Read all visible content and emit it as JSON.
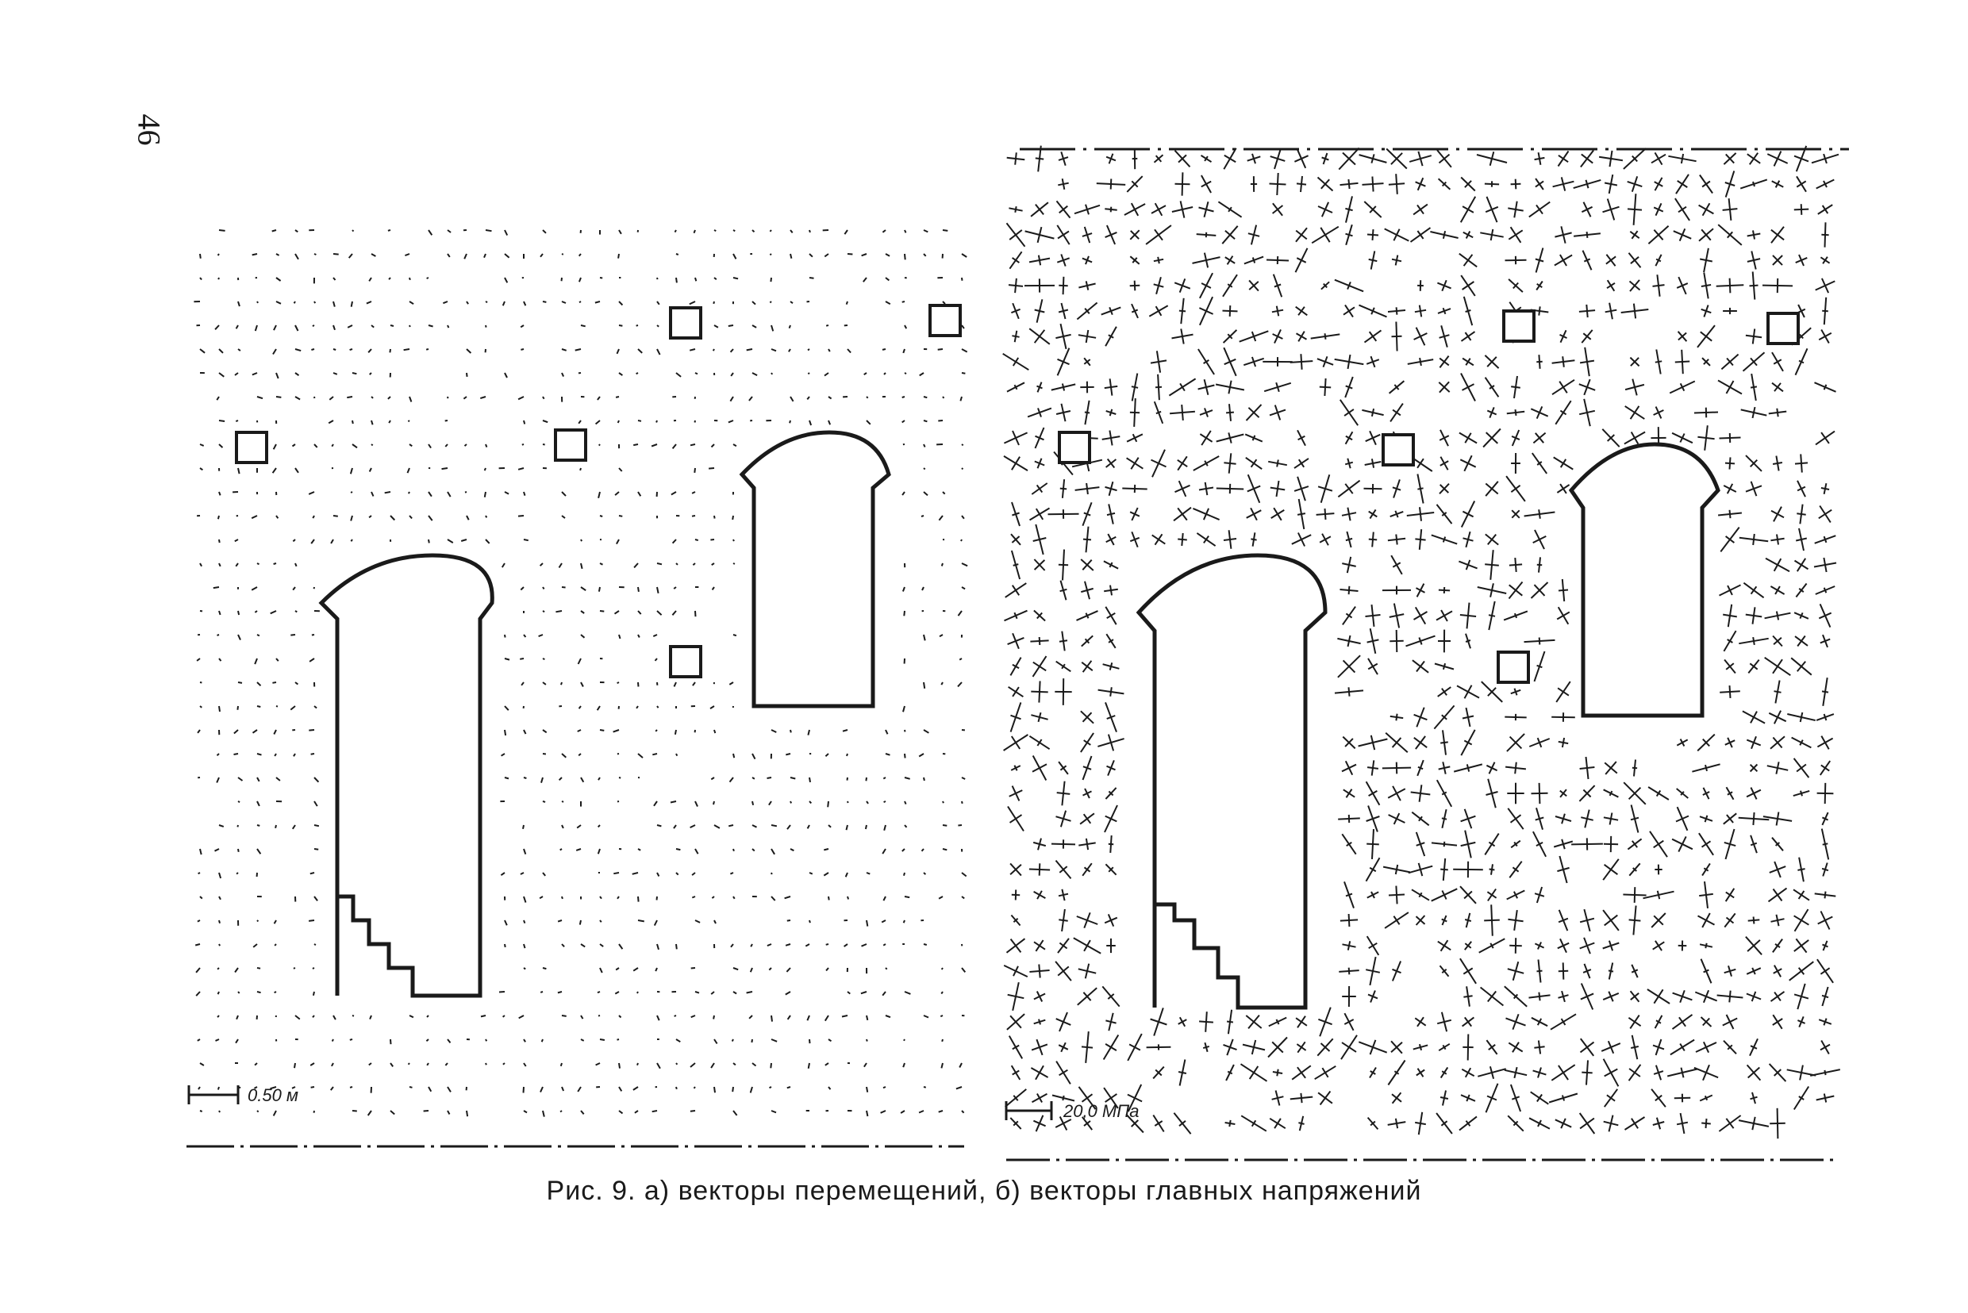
{
  "page": {
    "number": "46"
  },
  "figure": {
    "caption": "Рис. 9. а) векторы перемещений, б) векторы главных напряжений",
    "panel_a": {
      "scale_label": "0.50 м"
    },
    "panel_b": {
      "scale_label": "20,0 МПа"
    }
  },
  "colors": {
    "ink": "#1a1a1a",
    "paper": "#ffffff"
  }
}
